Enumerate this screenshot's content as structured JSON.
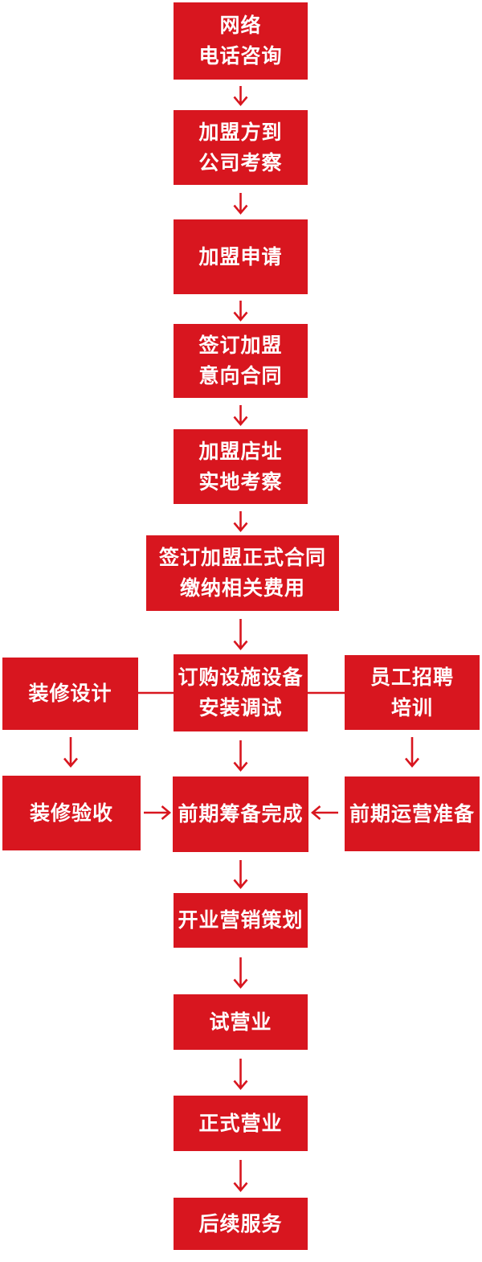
{
  "colors": {
    "red": "#d8161f",
    "box-text": "#ffffff",
    "bg": "#ffffff"
  },
  "flow": {
    "main_steps": [
      {
        "label": "网络\n电话咨询"
      },
      {
        "label": "加盟方到\n公司考察"
      },
      {
        "label": "加盟申请"
      },
      {
        "label": "签订加盟\n意向合同"
      },
      {
        "label": "加盟店址\n实地考察"
      },
      {
        "label": "签订加盟正式合同\n缴纳相关费用"
      },
      {
        "label": "订购设施设备\n安装调试"
      },
      {
        "label": "前期筹备完成"
      },
      {
        "label": "开业营销策划"
      },
      {
        "label": "试营业"
      },
      {
        "label": "正式营业"
      },
      {
        "label": "后续服务"
      }
    ],
    "left_branch": [
      {
        "label": "装修设计"
      },
      {
        "label": "装修验收"
      }
    ],
    "right_branch": [
      {
        "label": "员工招聘\n培训"
      },
      {
        "label": "前期运营准备"
      }
    ]
  }
}
